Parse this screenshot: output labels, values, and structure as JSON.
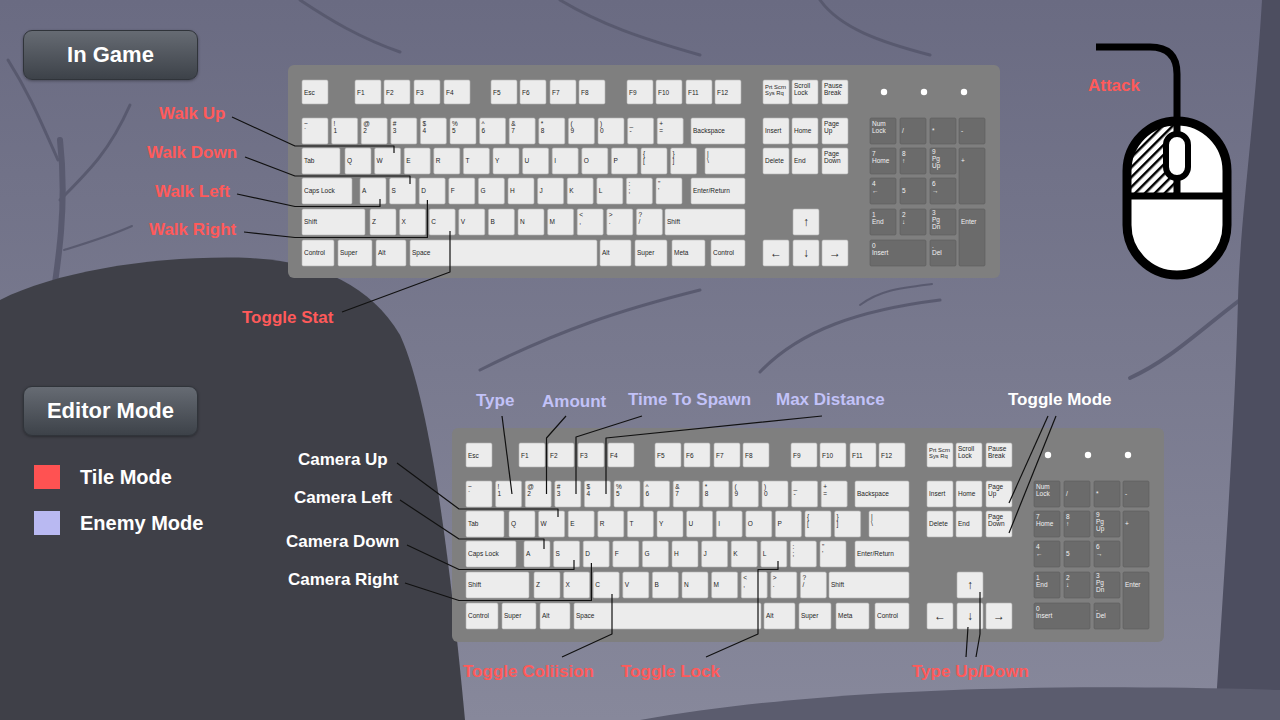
{
  "diagram": {
    "nodes": [
      {
        "text": [
          "In Game"
        ]
      },
      {
        "text": [
          "Esc"
        ]
      },
      {
        "text": [
          "F1"
        ]
      },
      {
        "text": [
          "F2"
        ]
      },
      {
        "text": [
          "F3"
        ]
      },
      {
        "text": [
          "F4"
        ]
      },
      {
        "text": [
          "F5"
        ]
      },
      {
        "text": [
          "F6"
        ]
      },
      {
        "text": [
          "F7"
        ]
      },
      {
        "text": [
          "F8"
        ]
      },
      {
        "text": [
          "F9"
        ]
      },
      {
        "text": [
          "F10"
        ]
      },
      {
        "text": [
          "F11"
        ]
      },
      {
        "text": [
          "F12"
        ]
      },
      {
        "text": [
          "Prt Scrn Sys Rq"
        ]
      },
      {
        "text": [
          "Scroll Lock"
        ]
      },
      {
        "text": [
          "Pause Break"
        ]
      },
      {
        "text": [
          "~ `"
        ]
      },
      {
        "text": [
          "! 1"
        ]
      },
      {
        "text": [
          "@ 2"
        ]
      },
      {
        "text": [
          "# 3"
        ]
      },
      {
        "text": [
          "$ 4"
        ]
      },
      {
        "text": [
          "% 5"
        ]
      },
      {
        "text": [
          "^ 6"
        ]
      },
      {
        "text": [
          "& 7"
        ]
      },
      {
        "text": [
          "* 8"
        ]
      },
      {
        "text": [
          "( 9"
        ]
      },
      {
        "text": [
          ") 0"
        ]
      },
      {
        "text": [
          "_ -"
        ]
      },
      {
        "text": [
          "+ ="
        ]
      },
      {
        "text": [
          "Backspace"
        ]
      },
      {
        "text": [
          "Insert"
        ]
      },
      {
        "text": [
          "Home"
        ]
      },
      {
        "text": [
          "Page Up"
        ]
      },
      {
        "text": [
          "Num Lock"
        ]
      },
      {
        "text": [
          "/"
        ]
      },
      {
        "text": [
          "*"
        ]
      },
      {
        "text": [
          "-"
        ]
      },
      {
        "text": [
          "Tab"
        ]
      },
      {
        "text": [
          "Q"
        ]
      },
      {
        "text": [
          "W"
        ]
      },
      {
        "text": [
          "E"
        ]
      },
      {
        "text": [
          "R"
        ]
      },
      {
        "text": [
          "T"
        ]
      },
      {
        "text": [
          "Y"
        ]
      },
      {
        "text": [
          "U"
        ]
      },
      {
        "text": [
          "I"
        ]
      },
      {
        "text": [
          "O"
        ]
      },
      {
        "text": [
          "P"
        ]
      },
      {
        "text": [
          "{ ["
        ]
      },
      {
        "text": [
          "} ]"
        ]
      },
      {
        "text": [
          "| \\"
        ]
      },
      {
        "text": [
          "Delete"
        ]
      },
      {
        "text": [
          "End"
        ]
      },
      {
        "text": [
          "Page Down"
        ]
      },
      {
        "text": [
          "7 Home"
        ]
      },
      {
        "text": [
          "8 ↑"
        ]
      },
      {
        "text": [
          "9 Pg Up"
        ]
      },
      {
        "text": [
          "+"
        ]
      },
      {
        "text": [
          "Caps Lock"
        ]
      },
      {
        "text": [
          "A"
        ]
      },
      {
        "text": [
          "S"
        ]
      },
      {
        "text": [
          "D"
        ]
      },
      {
        "text": [
          "F"
        ]
      },
      {
        "text": [
          "G"
        ]
      },
      {
        "text": [
          "H"
        ]
      },
      {
        "text": [
          "J"
        ]
      },
      {
        "text": [
          "K"
        ]
      },
      {
        "text": [
          "L"
        ]
      },
      {
        "text": [
          ": ;"
        ]
      },
      {
        "text": [
          "\" '"
        ]
      },
      {
        "text": [
          "Enter/Return"
        ]
      },
      {
        "text": [
          "4 ←"
        ]
      },
      {
        "text": [
          "5"
        ]
      },
      {
        "text": [
          "6 →"
        ]
      },
      {
        "text": [
          "Shift"
        ]
      },
      {
        "text": [
          "Z"
        ]
      },
      {
        "text": [
          "X"
        ]
      },
      {
        "text": [
          "C"
        ]
      },
      {
        "text": [
          "V"
        ]
      },
      {
        "text": [
          "B"
        ]
      },
      {
        "text": [
          "N"
        ]
      },
      {
        "text": [
          "M"
        ]
      },
      {
        "text": [
          "< ,"
        ]
      },
      {
        "text": [
          "> ."
        ]
      },
      {
        "text": [
          "? /"
        ]
      },
      {
        "text": [
          "Shift"
        ]
      },
      {
        "text": [
          "↑"
        ]
      },
      {
        "text": [
          "1 End"
        ]
      },
      {
        "text": [
          "2 ↓"
        ]
      },
      {
        "text": [
          "3 Pg Dn"
        ]
      },
      {
        "text": [
          "Enter"
        ]
      },
      {
        "text": [
          "Control"
        ]
      },
      {
        "text": [
          "Super"
        ]
      },
      {
        "text": [
          "Alt"
        ]
      },
      {
        "text": [
          "Space"
        ]
      },
      {
        "text": [
          "Alt"
        ]
      },
      {
        "text": [
          "Super"
        ]
      },
      {
        "text": [
          "Meta"
        ]
      },
      {
        "text": [
          "Control"
        ]
      },
      {
        "text": [
          "←"
        ]
      },
      {
        "text": [
          "↓"
        ]
      },
      {
        "text": [
          "→"
        ]
      },
      {
        "text": [
          "0 Insert"
        ]
      },
      {
        "text": [
          ". Del"
        ]
      },
      {
        "text": [
          "Editor Mode"
        ]
      },
      {
        "text": [
          "Esc"
        ]
      },
      {
        "text": [
          "F1"
        ]
      },
      {
        "text": [
          "F2"
        ]
      },
      {
        "text": [
          "F3"
        ]
      },
      {
        "text": [
          "F4"
        ]
      },
      {
        "text": [
          "F5"
        ]
      },
      {
        "text": [
          "F6"
        ]
      },
      {
        "text": [
          "F7"
        ]
      },
      {
        "text": [
          "F8"
        ]
      },
      {
        "text": [
          "F9"
        ]
      },
      {
        "text": [
          "F10"
        ]
      },
      {
        "text": [
          "F11"
        ]
      },
      {
        "text": [
          "F12"
        ]
      },
      {
        "text": [
          "Prt Scrn Sys Rq"
        ]
      },
      {
        "text": [
          "Scroll Lock"
        ]
      },
      {
        "text": [
          "Pause Break"
        ]
      },
      {
        "text": [
          "~ `"
        ]
      },
      {
        "text": [
          "! 1"
        ]
      },
      {
        "text": [
          "@ 2"
        ]
      },
      {
        "text": [
          "# 3"
        ]
      },
      {
        "text": [
          "$ 4"
        ]
      },
      {
        "text": [
          "% 5"
        ]
      },
      {
        "text": [
          "^ 6"
        ]
      },
      {
        "text": [
          "& 7"
        ]
      },
      {
        "text": [
          "* 8"
        ]
      },
      {
        "text": [
          "( 9"
        ]
      },
      {
        "text": [
          ") 0"
        ]
      },
      {
        "text": [
          "_ -"
        ]
      },
      {
        "text": [
          "+ ="
        ]
      },
      {
        "text": [
          "Backspace"
        ]
      },
      {
        "text": [
          "Insert"
        ]
      },
      {
        "text": [
          "Home"
        ]
      },
      {
        "text": [
          "Page Up"
        ]
      },
      {
        "text": [
          "Num Lock"
        ]
      },
      {
        "text": [
          "/"
        ]
      },
      {
        "text": [
          "*"
        ]
      },
      {
        "text": [
          "-"
        ]
      },
      {
        "text": [
          "Tab"
        ]
      },
      {
        "text": [
          "Q"
        ]
      },
      {
        "text": [
          "W"
        ]
      },
      {
        "text": [
          "E"
        ]
      },
      {
        "text": [
          "R"
        ]
      },
      {
        "text": [
          "T"
        ]
      },
      {
        "text": [
          "Y"
        ]
      },
      {
        "text": [
          "U"
        ]
      },
      {
        "text": [
          "I"
        ]
      },
      {
        "text": [
          "O"
        ]
      },
      {
        "text": [
          "P"
        ]
      },
      {
        "text": [
          "{ ["
        ]
      },
      {
        "text": [
          "} ]"
        ]
      },
      {
        "text": [
          "| \\"
        ]
      },
      {
        "text": [
          "Delete"
        ]
      },
      {
        "text": [
          "End"
        ]
      },
      {
        "text": [
          "Page Down"
        ]
      },
      {
        "text": [
          "7 Home"
        ]
      },
      {
        "text": [
          "8 ↑"
        ]
      },
      {
        "text": [
          "9 Pg Up"
        ]
      },
      {
        "text": [
          "+"
        ]
      },
      {
        "text": [
          "Caps Lock"
        ]
      },
      {
        "text": [
          "A"
        ]
      },
      {
        "text": [
          "S"
        ]
      },
      {
        "text": [
          "D"
        ]
      },
      {
        "text": [
          "F"
        ]
      },
      {
        "text": [
          "G"
        ]
      },
      {
        "text": [
          "H"
        ]
      },
      {
        "text": [
          "J"
        ]
      },
      {
        "text": [
          "K"
        ]
      },
      {
        "text": [
          "L"
        ]
      },
      {
        "text": [
          ": ;"
        ]
      },
      {
        "text": [
          "\" '"
        ]
      },
      {
        "text": [
          "Enter/Return"
        ]
      },
      {
        "text": [
          "4 ←"
        ]
      },
      {
        "text": [
          "5"
        ]
      },
      {
        "text": [
          "6 →"
        ]
      },
      {
        "text": [
          "Shift"
        ]
      },
      {
        "text": [
          "Z"
        ]
      },
      {
        "text": [
          "X"
        ]
      },
      {
        "text": [
          "C"
        ]
      },
      {
        "text": [
          "V"
        ]
      },
      {
        "text": [
          "B"
        ]
      },
      {
        "text": [
          "N"
        ]
      },
      {
        "text": [
          "M"
        ]
      },
      {
        "text": [
          "< ,"
        ]
      },
      {
        "text": [
          "> ."
        ]
      },
      {
        "text": [
          "? /"
        ]
      },
      {
        "text": [
          "Shift"
        ]
      },
      {
        "text": [
          "↑"
        ]
      },
      {
        "text": [
          "1 End"
        ]
      },
      {
        "text": [
          "2 ↓"
        ]
      },
      {
        "text": [
          "3 Pg Dn"
        ]
      },
      {
        "text": [
          "Enter"
        ]
      },
      {
        "text": [
          "Control"
        ]
      },
      {
        "text": [
          "Super"
        ]
      },
      {
        "text": [
          "Alt"
        ]
      },
      {
        "text": [
          "Space"
        ]
      },
      {
        "text": [
          "Alt"
        ]
      },
      {
        "text": [
          "Super"
        ]
      },
      {
        "text": [
          "Meta"
        ]
      },
      {
        "text": [
          "Control"
        ]
      },
      {
        "text": [
          "←"
        ]
      },
      {
        "text": [
          "↓"
        ]
      },
      {
        "text": [
          "→"
        ]
      },
      {
        "text": [
          "0 Insert"
        ]
      },
      {
        "text": [
          ". Del"
        ]
      }
    ],
    "labels": [
      "Walk Up",
      "Walk Down",
      "Walk Left",
      "Walk Right",
      "Toggle Stat",
      "Attack",
      "Type",
      "Amount",
      "Time To Spawn",
      "Max Distance",
      "Toggle Mode",
      "Camera Up",
      "Camera Left",
      "Camera Down",
      "Camera Right",
      "Toggle Coliision",
      "Toggle Lock",
      "Type Up/Down"
    ],
    "legend": [
      {
        "text": "Tile Mode",
        "color": "#ff5252"
      },
      {
        "text": "Enemy Mode",
        "color": "#b9b9f2"
      }
    ]
  }
}
